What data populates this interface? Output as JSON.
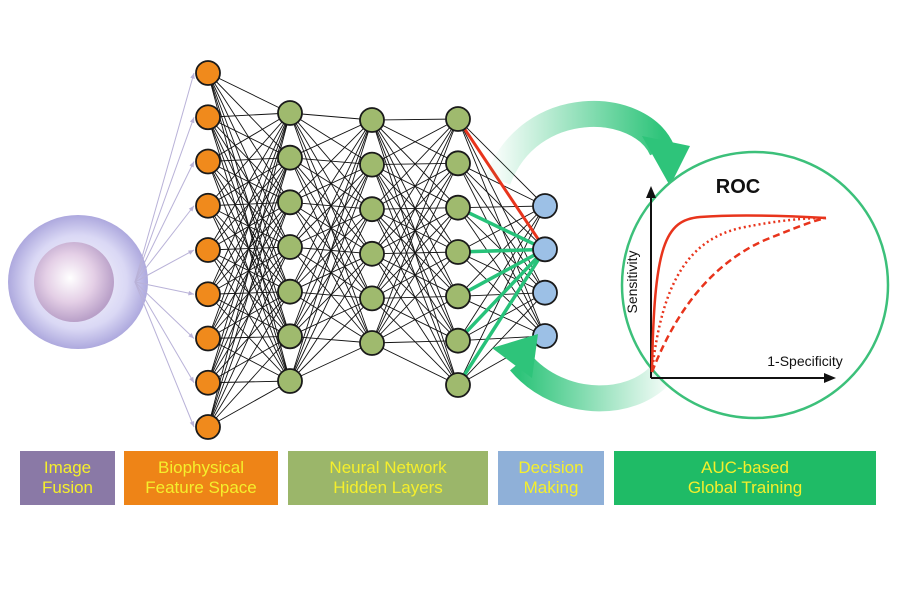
{
  "roc": {
    "title": "ROC",
    "y_axis_label": "Sensitivity",
    "x_axis_label": "1-Specificity"
  },
  "network": {
    "feature_nodes": 9,
    "hidden_layer_nodes": [
      7,
      6,
      7
    ],
    "output_nodes": 4,
    "highlighted_connection_color": "#e8341c",
    "training_connection_color": "#27c27a"
  },
  "stages": [
    {
      "line1": "Image",
      "line2": "Fusion",
      "color": "#8a79a6"
    },
    {
      "line1": "Biophysical",
      "line2": "Feature Space",
      "color": "#ee8417"
    },
    {
      "line1": "Neural Network",
      "line2": "Hidden Layers",
      "color": "#9bb66a"
    },
    {
      "line1": "Decision",
      "line2": "Making",
      "color": "#8fb0d8"
    },
    {
      "line1": "AUC-based",
      "line2": "Global Training",
      "color": "#1fbb66"
    }
  ],
  "colors": {
    "feature_node": "#f08a1c",
    "hidden_node": "#9fba6e",
    "output_node": "#9cc0e6",
    "roc_circle": "#3cc07a",
    "roc_curve": "#e8341c",
    "arrow": "#2ec47a",
    "cell": "#c9c3ea"
  }
}
